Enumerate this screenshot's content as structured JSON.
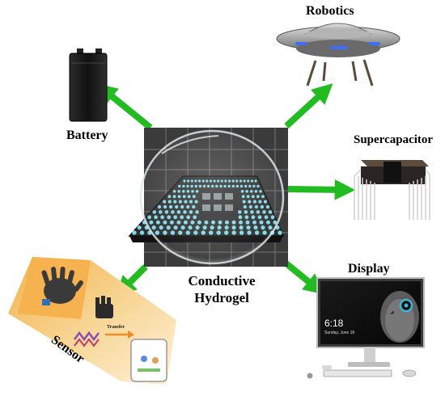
{
  "center": {
    "line1": "Conductive",
    "line2": "Hydrogel"
  },
  "nodes": {
    "robotics": "Robotics",
    "battery": "Battery",
    "supercapacitor": "Supercapacitor",
    "display": "Display",
    "sensor": "Sensor"
  },
  "display_screen": {
    "time": "6:18",
    "date": "Sunday, June 18"
  },
  "sensor_panel": {
    "transfer": "Transfer"
  },
  "colors": {
    "arrow": "#22bb22",
    "chip": "#7fd8e8",
    "panel": "#f6c36a"
  }
}
